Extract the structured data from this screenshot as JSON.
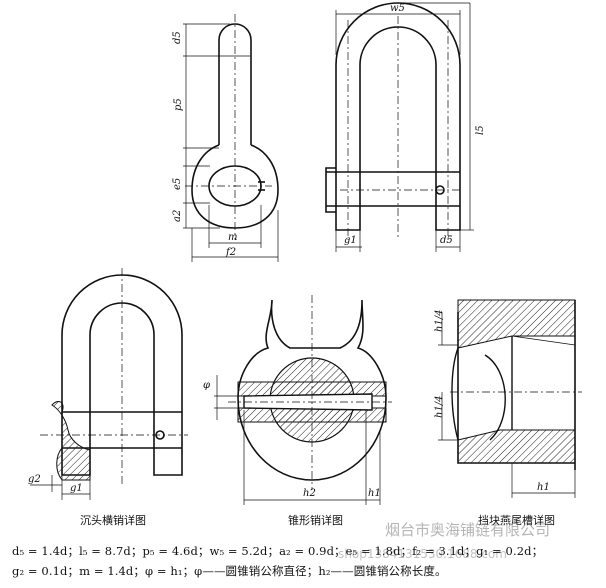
{
  "labels": {
    "d5": "d5",
    "l5": "l5",
    "p5": "p5",
    "e5": "e5",
    "a2": "a2",
    "m": "m",
    "f2": "f2",
    "w5": "w5",
    "g1": "g1",
    "d5b": "d5",
    "g2": "g2",
    "g1b": "g1",
    "phi": "φ",
    "h2": "h2",
    "h1": "h1",
    "h1q_top": "h1/4",
    "h1q_bot": "h1/4",
    "h1b": "h1"
  },
  "captions": {
    "countersunk": "沉头横销详图",
    "tapered": "锥形销详图",
    "stopper": "挡块燕尾槽详图"
  },
  "formulas": {
    "line1": "d₅ = 1.4d；l₅ = 8.7d；p₅ = 4.6d；w₅ = 5.2d；a₂ = 0.9d；e₅ = 1.8d；f₂ = 3.1d；g₁ = 0.2d；",
    "line2": "g₂ = 0.1d；m = 1.4d；φ = h₁；φ——圆锥销公称直径；h₂——圆锥销公称长度。"
  },
  "watermark": {
    "company": "烟台市奥海铺链有限公司",
    "site": "shop1384131530.1688.com"
  }
}
